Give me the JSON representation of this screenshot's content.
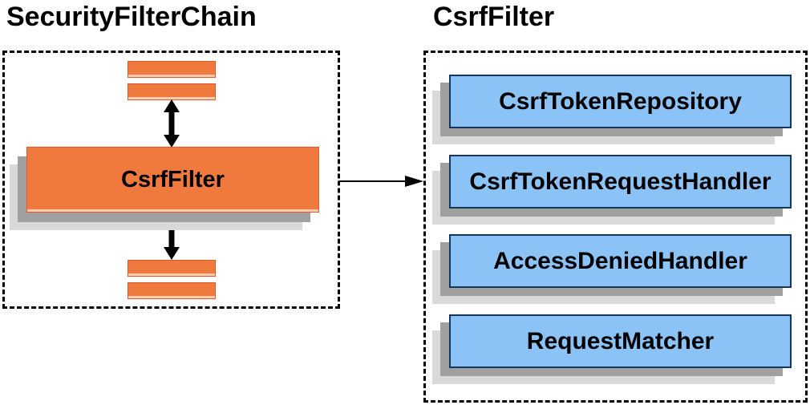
{
  "diagram": {
    "left_panel": {
      "title": "SecurityFilterChain",
      "filter_label": "CsrfFilter"
    },
    "right_panel": {
      "title": "CsrfFilter",
      "components": [
        {
          "label": "CsrfTokenRepository"
        },
        {
          "label": "CsrfTokenRequestHandler"
        },
        {
          "label": "AccessDeniedHandler"
        },
        {
          "label": "RequestMatcher"
        }
      ]
    },
    "icons": {
      "vertical_flow": "double-headed-arrow",
      "panel_link": "right-arrow"
    },
    "colors": {
      "orange_fill": "#F0793E",
      "orange_border": "#E2582C",
      "orange_highlight": "#F9CDAB",
      "blue_fill": "#8CC3F7",
      "blue_border": "#17365D",
      "shadow_dark": "#A0A0A0",
      "shadow_light": "#D9D9D9",
      "dash_border": "#000000",
      "arrow": "#000000",
      "background": "#FFFFFF",
      "text": "#000000"
    }
  }
}
